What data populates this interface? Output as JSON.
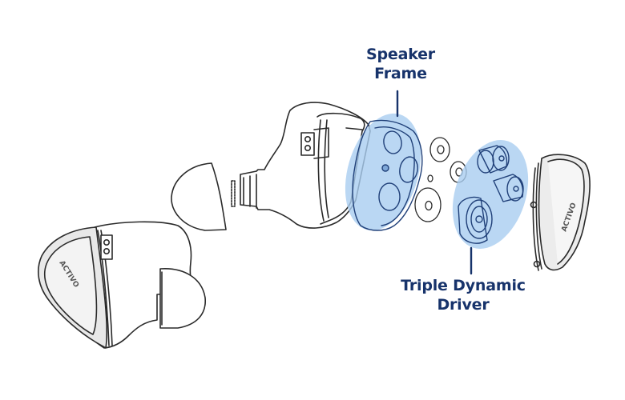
{
  "diagram": {
    "title": "Earphone exploded view",
    "callouts": [
      {
        "id": "speaker-frame",
        "lines": [
          "Speaker",
          "Frame"
        ]
      },
      {
        "id": "triple-dynamic-driver",
        "lines": [
          "Triple Dynamic",
          "Driver"
        ]
      }
    ],
    "brand_mark": "ACTIVO",
    "colors": {
      "highlight": "#a9cdf0",
      "label": "#17336b",
      "line": "#2a2a2a",
      "faceplate": "#e6e6e6"
    },
    "parts": [
      "assembled-earphone",
      "ear-tip",
      "nozzle-filter",
      "shell",
      "speaker-frame",
      "washers",
      "triple-dynamic-driver",
      "faceplate"
    ]
  }
}
